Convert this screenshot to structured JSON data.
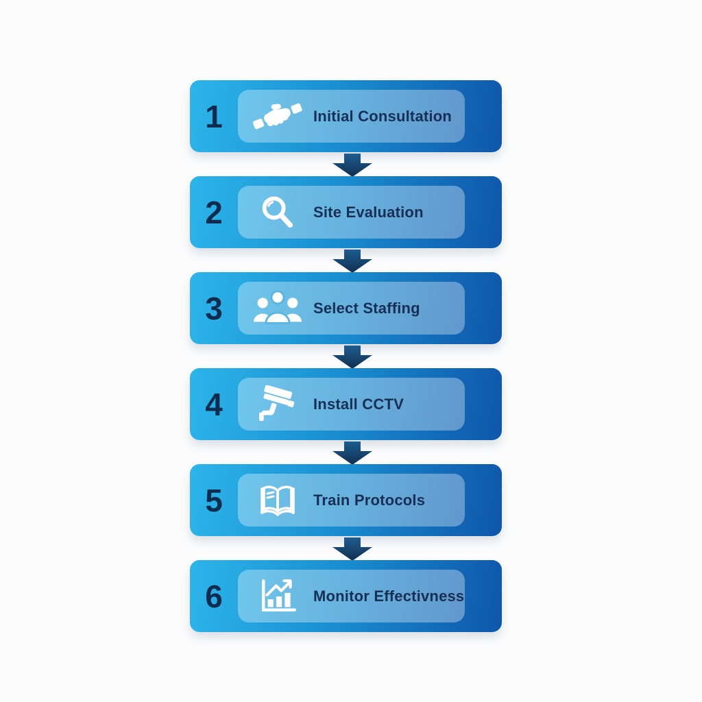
{
  "diagram": {
    "type": "vertical-process-flow",
    "steps": [
      {
        "number": "1",
        "label": "Initial Consultation",
        "icon": "handshake-icon"
      },
      {
        "number": "2",
        "label": "Site Evaluation",
        "icon": "magnifier-icon"
      },
      {
        "number": "3",
        "label": "Select Staffing",
        "icon": "people-group-icon"
      },
      {
        "number": "4",
        "label": "Install CCTV",
        "icon": "cctv-camera-icon"
      },
      {
        "number": "5",
        "label": "Train Protocols",
        "icon": "open-book-icon"
      },
      {
        "number": "6",
        "label": "Monitor Effectivness",
        "icon": "bar-chart-arrow-icon"
      }
    ],
    "connector_icon": "arrow-down-icon",
    "colors": {
      "bar_gradient_start": "#2cb5ea",
      "bar_gradient_end": "#0f56aa",
      "panel_overlay": "rgba(255,255,255,0.34)",
      "number_text": "#0e2c4f",
      "label_text": "#172f55",
      "arrow_top": "#1d5d91",
      "arrow_bottom": "#112f50",
      "background": "#fcfcfd",
      "icon_fill": "#ffffff"
    }
  }
}
